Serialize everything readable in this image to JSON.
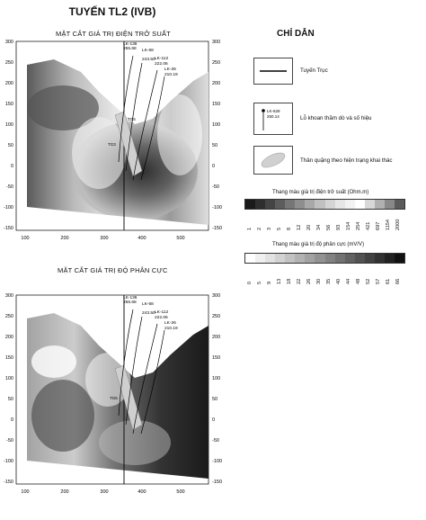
{
  "title": "TUYẾN TL2 (IVB)",
  "sections": [
    {
      "title": "MẶT CẮT GIÁ TRỊ ĐIỆN TRỞ SUẤT"
    },
    {
      "title": "MẶT CẮT GIÁ TRỊ ĐỘ PHÂN CỰC"
    }
  ],
  "axes": {
    "y_ticks": [
      "300",
      "250",
      "200",
      "150",
      "100",
      "50",
      "0",
      "-50",
      "-100",
      "-150"
    ],
    "x_ticks": [
      "100",
      "200",
      "300",
      "400",
      "500"
    ]
  },
  "boreholes": [
    {
      "id": "LK-136",
      "elev": "255.68"
    },
    {
      "id": "LK-68",
      "elev": "243.50"
    },
    {
      "id": "LK-112",
      "elev": "222.06"
    },
    {
      "id": "LK-26",
      "elev": "210.19"
    }
  ],
  "inner_labels": [
    "TG5",
    "TG3"
  ],
  "legend": {
    "title": "CHỈ DẪN",
    "items": [
      {
        "label": "Tuyến Trục"
      },
      {
        "label": "Lỗ khoan thăm dò và số hiệu",
        "sample_id": "LK-628",
        "sample_elev": "260.14"
      },
      {
        "label": "Thân quặng theo hiện trạng khai thác"
      }
    ],
    "resistivity_scale": {
      "title": "Thang màu giá trị điện trở suất (Ohm.m)",
      "ticks": [
        "1",
        "2",
        "3",
        "5",
        "8",
        "12",
        "20",
        "34",
        "56",
        "93",
        "154",
        "254",
        "421",
        "697",
        "1154",
        "2000"
      ],
      "colors": [
        "#1a1a1a",
        "#2e2e2e",
        "#444444",
        "#5c5c5c",
        "#767676",
        "#8e8e8e",
        "#a8a8a8",
        "#c0c0c0",
        "#d4d4d4",
        "#e6e6e6",
        "#f2f2f2",
        "#ffffff",
        "#d8d8d8",
        "#b0b0b0",
        "#888888",
        "#5a5a5a"
      ]
    },
    "polarization_scale": {
      "title": "Thang màu giá trị độ phân cực (mV/V)",
      "ticks": [
        "0",
        "5",
        "9",
        "13",
        "18",
        "22",
        "26",
        "30",
        "35",
        "40",
        "44",
        "48",
        "52",
        "57",
        "61",
        "66"
      ],
      "colors": [
        "#ffffff",
        "#f0f0f0",
        "#e2e2e2",
        "#d2d2d2",
        "#c2c2c2",
        "#b2b2b2",
        "#a2a2a2",
        "#929292",
        "#828282",
        "#727272",
        "#626262",
        "#525252",
        "#424242",
        "#323232",
        "#222222",
        "#111111"
      ]
    }
  }
}
